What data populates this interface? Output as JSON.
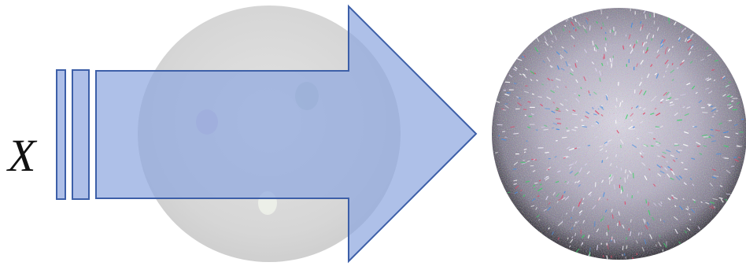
{
  "diagram": {
    "input_label": "X",
    "arrow_color": "#8fa8df",
    "arrow_stroke": "#3d5fa8",
    "input_image": {
      "description_icon": "dermoscopy-lesion-circle",
      "tone": "#d9d9d9"
    },
    "output_image": {
      "description_icon": "noisy-texture-circle",
      "tone": "#a7a2b4"
    }
  }
}
